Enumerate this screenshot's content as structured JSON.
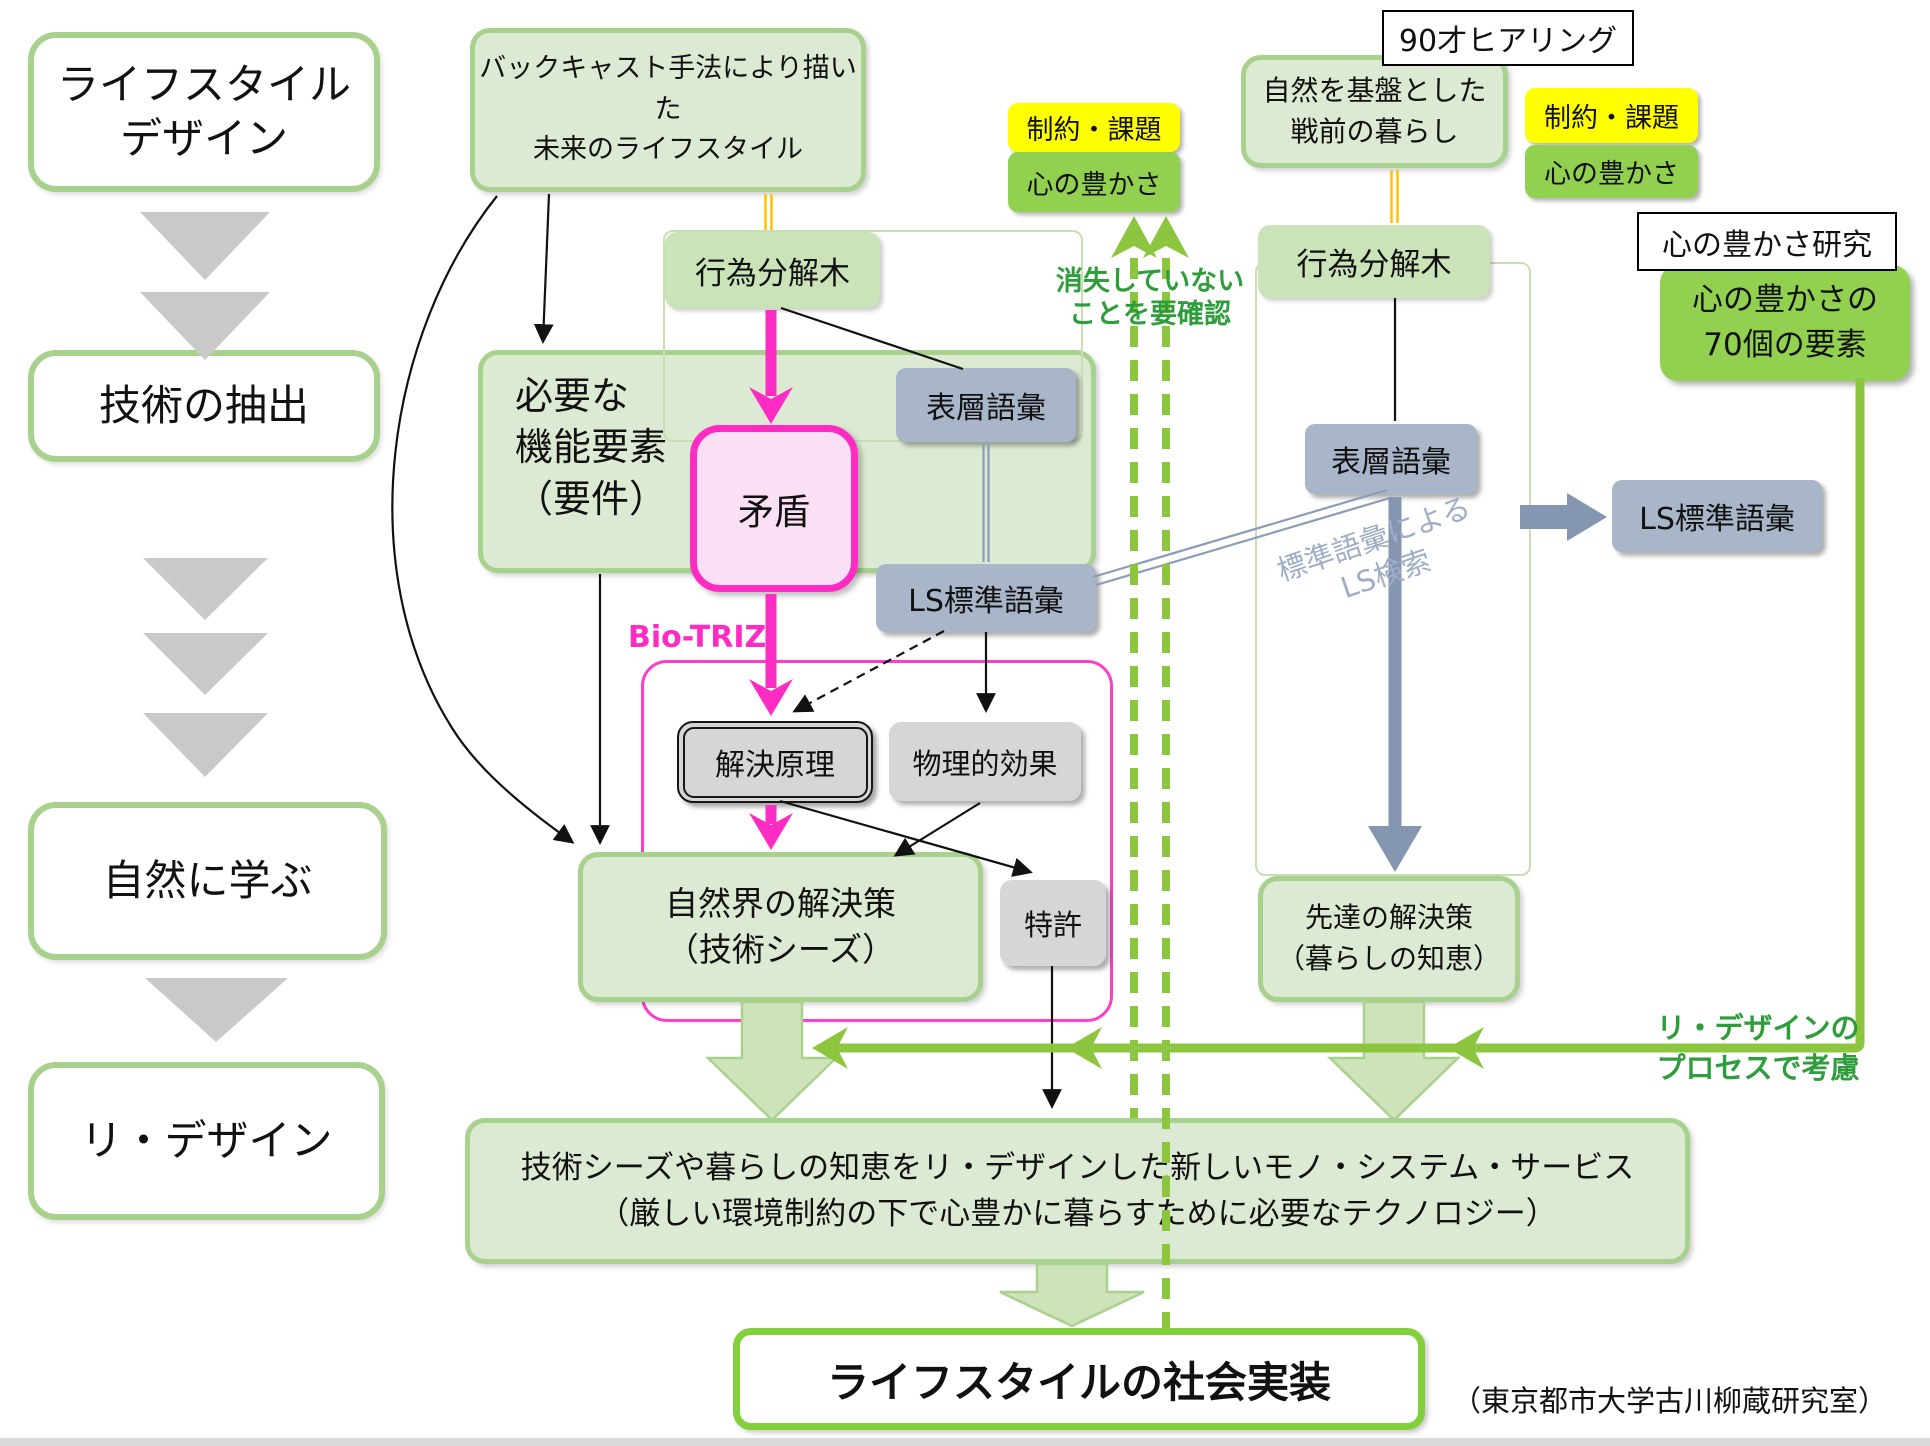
{
  "colors": {
    "pale_green_fill": "#dcead3",
    "green_border": "#a9d18e",
    "bright_green": "#92d050",
    "arrow_green": "#8cc63e",
    "dark_green_text": "#2e9e3c",
    "gray_blue": "#a9b6c9",
    "steel_blue": "#8496b0",
    "magenta": "#ff2cc3",
    "yellow_tag": "#ffff00",
    "yellow_connector": "#ffc000",
    "triangle_gray": "#c9c9c9"
  },
  "sidebar": {
    "steps": [
      {
        "line1": "ライフスタイル",
        "line2": "デザイン"
      },
      {
        "line1": "技術の抽出",
        "line2": ""
      },
      {
        "line1": "自然に学ぶ",
        "line2": ""
      },
      {
        "line1": "リ・デザイン",
        "line2": ""
      }
    ]
  },
  "top": {
    "backcast_line1": "バックキャスト手法により描いた",
    "backcast_line2": "未来のライフスタイル",
    "hearing_label": "90才ヒアリング",
    "prewar_line1": "自然を基盤とした",
    "prewar_line2": "戦前の暮らし"
  },
  "tags": {
    "constraint_left": "制約・課題",
    "kokoro_left": "心の豊かさ",
    "constraint_right": "制約・課題",
    "kokoro_right": "心の豊かさ",
    "kokoro_research_label": "心の豊かさ研究",
    "kokoro70_line1": "心の豊かさの",
    "kokoro70_line2": "70個の要素"
  },
  "left_flow": {
    "koui": "行為分解木",
    "hyousou": "表層語彙",
    "hitsuyou_line1": "必要な",
    "hitsuyou_line2": "機能要素",
    "hitsuyou_line3": "（要件）",
    "mujun": "矛盾",
    "ls_std": "LS標準語彙",
    "biotriz": "Bio-TRIZ",
    "kaiketsu": "解決原理",
    "butsuri": "物理的効果",
    "tokkyo": "特許",
    "shizen_line1": "自然界の解決策",
    "shizen_line2": "（技術シーズ）"
  },
  "right_flow": {
    "koui": "行為分解木",
    "hyousou": "表層語彙",
    "ls_std": "LS標準語彙",
    "search_line1": "標準語彙による",
    "search_line2": "LS検索",
    "sendatsu_line1": "先達の解決策",
    "sendatsu_line2": "（暮らしの知恵）"
  },
  "annotations": {
    "check_line1": "消失していない",
    "check_line2": "ことを要確認",
    "redesign_line1": "リ・デザインの",
    "redesign_line2": "プロセスで考慮"
  },
  "bottom": {
    "result_line1": "技術シーズや暮らしの知恵をリ・デザインした新しいモノ・システム・サービス",
    "result_line2": "（厳しい環境制約の下で心豊かに暮らすために必要なテクノロジー）",
    "implementation": "ライフスタイルの社会実装",
    "credit": "（東京都市大学古川柳蔵研究室）"
  }
}
